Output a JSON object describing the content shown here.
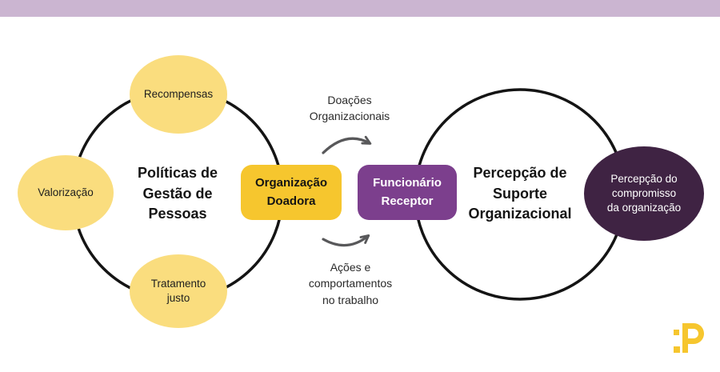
{
  "palette": {
    "top_bar": "#CBB5D1",
    "light_yellow": "#FADD7E",
    "yellow": "#F6C62E",
    "purple": "#7C3F8D",
    "dark_purple": "#3F2343",
    "circle_outline": "#141414",
    "arrow_gray": "#58585A",
    "text_dark": "#1E1E1E",
    "text_light": "#FFFFFF"
  },
  "left_cluster": {
    "title": "Políticas de\nGestão de\nPessoas",
    "satellites": [
      {
        "label": "Recompensas"
      },
      {
        "label": "Valorização"
      },
      {
        "label": "Tratamento\njusto"
      }
    ]
  },
  "flow": {
    "donor_box_label": "Organização\nDoadora",
    "receiver_box_label": "Funcionário\nReceptor",
    "top_arrow_label": "Doações\nOrganizacionais",
    "bottom_arrow_label": "Ações e\ncomportamentos\nno trabalho"
  },
  "right_cluster": {
    "title": "Percepção de\nSuporte\nOrganizacional",
    "satellite_label": "Percepção do\ncompromisso\nda organização"
  },
  "logo": {
    "icon": "p-monogram-icon",
    "color": "#F6C62E"
  }
}
